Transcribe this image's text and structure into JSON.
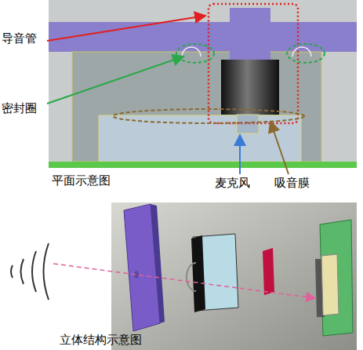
{
  "diagram": {
    "labels": [
      "导音管",
      "密封圈",
      "平面示意图",
      "麦克风",
      "吸音膜",
      "立体结构示意图"
    ]
  }
}
